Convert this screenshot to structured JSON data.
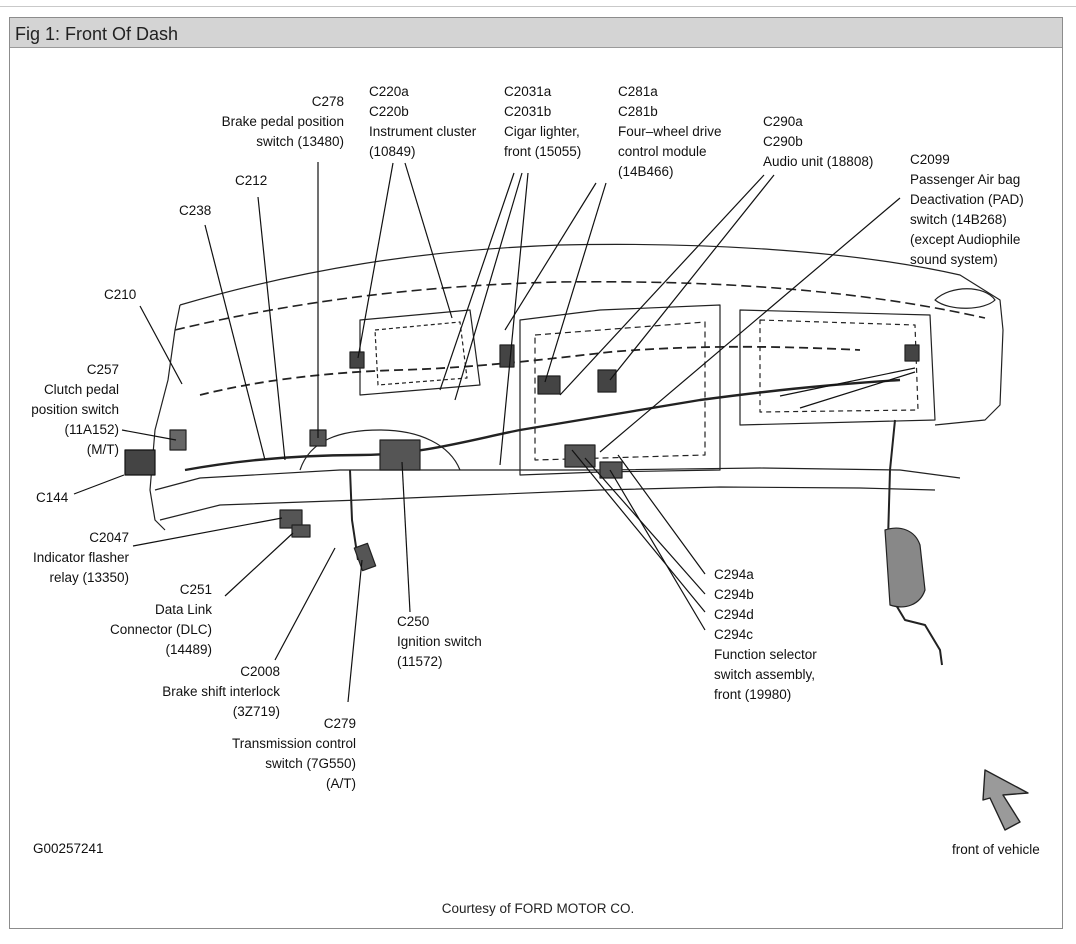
{
  "figure": {
    "title": "Fig 1: Front Of Dash",
    "courtesy": "Courtesy of FORD MOTOR CO.",
    "figure_id": "G00257241",
    "orientation_label": "front of vehicle"
  },
  "callouts": {
    "c278": [
      "C278",
      "Brake pedal position",
      "switch (13480)"
    ],
    "c220": [
      "C220a",
      "C220b",
      "Instrument cluster",
      "(10849)"
    ],
    "c2031": [
      "C2031a",
      "C2031b",
      "Cigar lighter,",
      "front (15055)"
    ],
    "c281": [
      "C281a",
      "C281b",
      "Four–wheel drive",
      "control module",
      "(14B466)"
    ],
    "c290": [
      "C290a",
      "C290b",
      "Audio unit (18808)"
    ],
    "c2099": [
      "C2099",
      "Passenger Air bag",
      "Deactivation (PAD)",
      "switch (14B268)",
      "(except Audiophile",
      "sound system)"
    ],
    "c212": [
      "C212"
    ],
    "c238": [
      "C238"
    ],
    "c210": [
      "C210"
    ],
    "c257": [
      "C257",
      "Clutch pedal",
      "position switch",
      "(11A152)",
      "(M/T)"
    ],
    "c144": [
      "C144"
    ],
    "c2047": [
      "C2047",
      "Indicator flasher",
      "relay (13350)"
    ],
    "c251": [
      "C251",
      "Data Link",
      "Connector (DLC)",
      "(14489)"
    ],
    "c2008": [
      "C2008",
      "Brake shift interlock",
      "(3Z719)"
    ],
    "c279": [
      "C279",
      "Transmission control",
      "switch (7G550)",
      "(A/T)"
    ],
    "c250": [
      "C250",
      "Ignition switch",
      "(11572)"
    ],
    "c294": [
      "C294a",
      "C294b",
      "C294d",
      "C294c",
      "Function selector",
      "switch assembly,",
      "front (19980)"
    ]
  }
}
